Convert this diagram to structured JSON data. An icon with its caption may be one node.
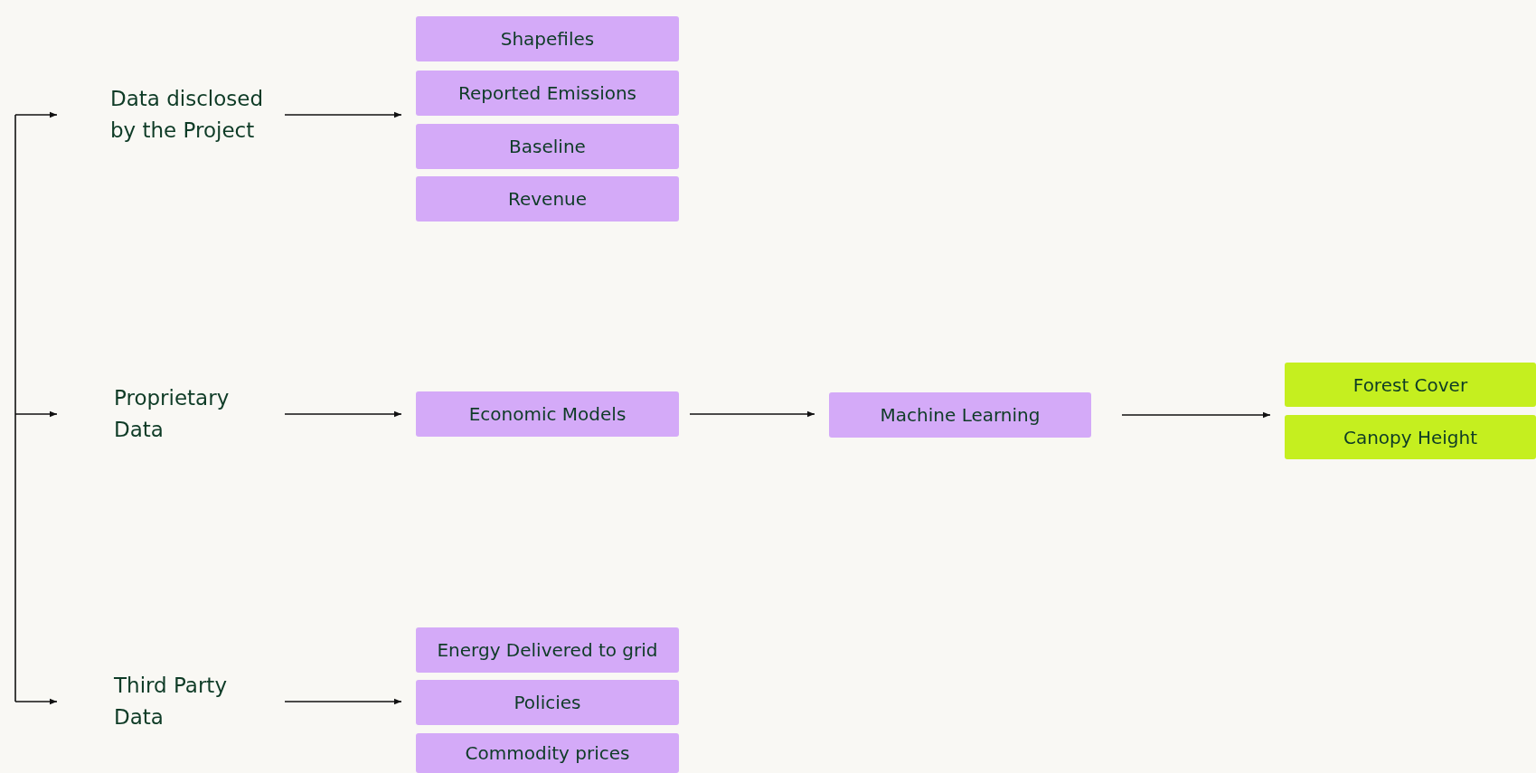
{
  "diagram": {
    "nodes": [
      {
        "text": [
          "Data disclosed by the Project"
        ]
      },
      {
        "text": [
          "Proprietary Data"
        ]
      },
      {
        "text": [
          "Third Party Data"
        ]
      },
      {
        "text": [
          "Shapefiles"
        ]
      },
      {
        "text": [
          "Reported Emissions"
        ]
      },
      {
        "text": [
          "Baseline"
        ]
      },
      {
        "text": [
          "Revenue"
        ]
      },
      {
        "text": [
          "Economic Models"
        ]
      },
      {
        "text": [
          "Machine Learning"
        ]
      },
      {
        "text": [
          "Forest Cover"
        ]
      },
      {
        "text": [
          "Canopy Height"
        ]
      },
      {
        "text": [
          "Energy Delivered to grid"
        ]
      },
      {
        "text": [
          "Policies"
        ]
      },
      {
        "text": [
          "Commodity prices"
        ]
      }
    ],
    "edges": [
      {
        "from": null,
        "to": 0,
        "arrow": "to"
      },
      {
        "from": null,
        "to": 1,
        "arrow": "to"
      },
      {
        "from": null,
        "to": 2,
        "arrow": "to"
      },
      {
        "from": 0,
        "to": 4,
        "arrow": "to"
      },
      {
        "from": 1,
        "to": 7,
        "arrow": "to"
      },
      {
        "from": 2,
        "to": 12,
        "arrow": "to"
      },
      {
        "from": 7,
        "to": 8,
        "arrow": "to"
      },
      {
        "from": 8,
        "to": 9,
        "arrow": "to"
      }
    ]
  }
}
